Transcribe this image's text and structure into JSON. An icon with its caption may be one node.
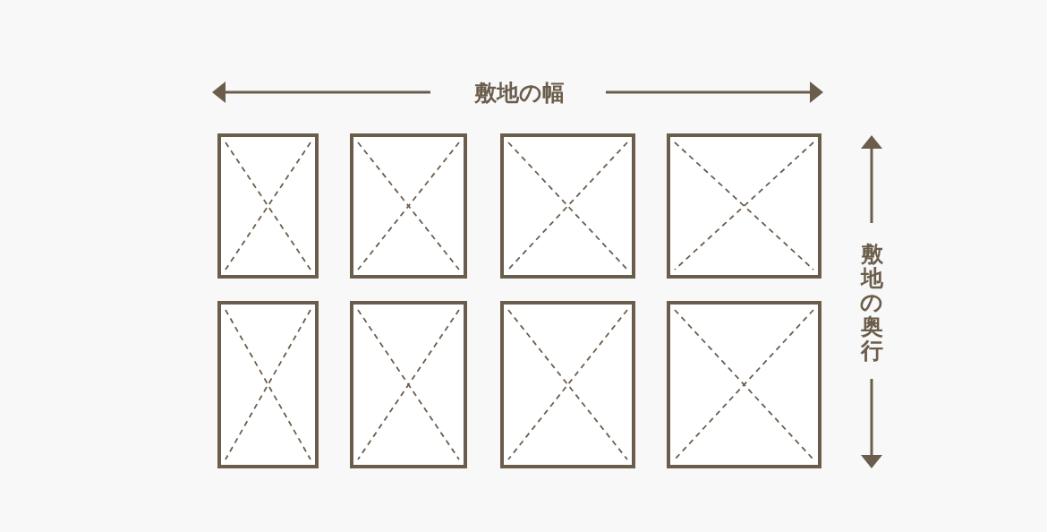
{
  "diagram": {
    "nodes": [
      {
        "text": [],
        "shape": "box"
      },
      {
        "text": [],
        "shape": "box"
      },
      {
        "text": [],
        "shape": "box"
      },
      {
        "text": [],
        "shape": "box"
      },
      {
        "text": [],
        "shape": "box"
      },
      {
        "text": [],
        "shape": "box"
      },
      {
        "text": [],
        "shape": "box"
      },
      {
        "text": [],
        "shape": "box"
      }
    ],
    "labels": [
      "敷地の幅",
      "敷地の奥行"
    ]
  }
}
